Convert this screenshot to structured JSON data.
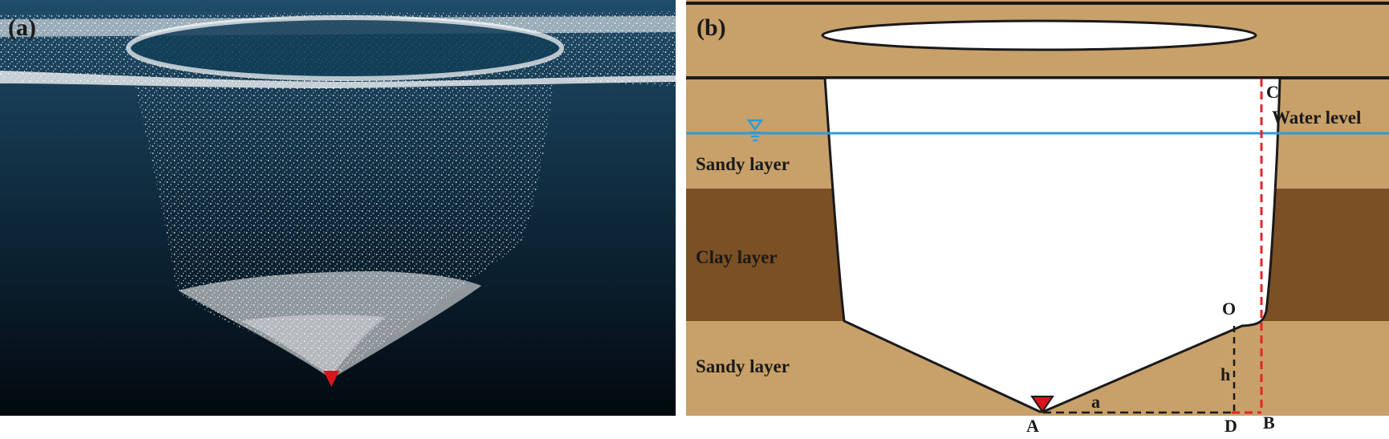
{
  "panel_a": {
    "label": "(a)"
  },
  "panel_b": {
    "label": "(b)",
    "water_level": "Water level",
    "layers": [
      "Sandy layer",
      "Clay layer",
      "Sandy layer"
    ],
    "points": {
      "A": "A",
      "B": "B",
      "C": "C",
      "D": "D",
      "O": "O",
      "h": "h",
      "a": "a"
    }
  },
  "colors": {
    "sand": "#c8a06a",
    "clay": "#7b5025",
    "water_line": "#2e9bd6",
    "marker": "#d9141b",
    "dashed_red": "#e0262b",
    "sky_top": "#1d4a66",
    "sky_bottom": "#020a12"
  }
}
